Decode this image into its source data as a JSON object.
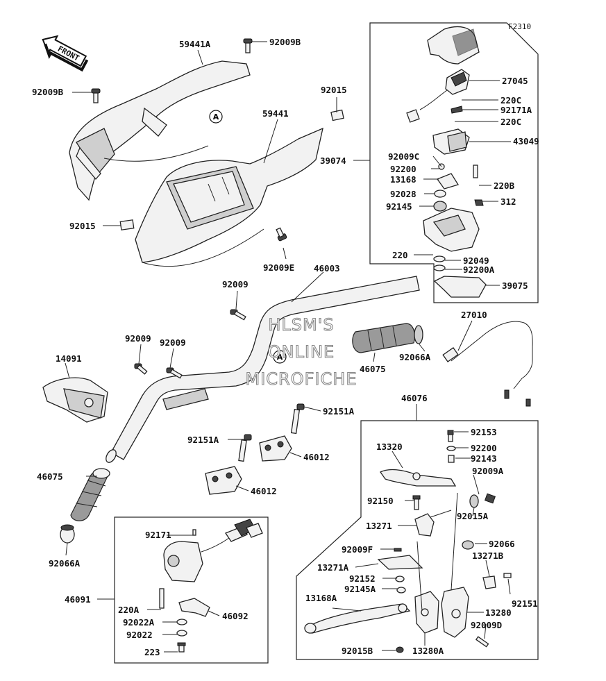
{
  "sheet_code": "F2310",
  "front_arrow": "FRONT",
  "watermark": [
    "HLSM'S",
    "ONLINE",
    "MICROFICHE"
  ],
  "ref_marks": [
    "A",
    "A"
  ],
  "callouts": {
    "c59441A": "59441A",
    "c92009B_top": "92009B",
    "c92009B_left": "92009B",
    "c92015_top": "92015",
    "c59441": "59441",
    "c92015_left": "92015",
    "c92009E": "92009E",
    "c27045": "27045",
    "c220C_a": "220C",
    "c92171A": "92171A",
    "c220C_b": "220C",
    "c43049": "43049",
    "c39074": "39074",
    "c92009C": "92009C",
    "c92200": "92200",
    "c13168": "13168",
    "c220B": "220B",
    "c92028": "92028",
    "c312": "312",
    "c92145": "92145",
    "c220": "220",
    "c92049": "92049",
    "c92200A": "92200A",
    "c39075": "39075",
    "c46003": "46003",
    "c92009_mid": "92009",
    "c27010": "27010",
    "c46075_right": "46075",
    "c92066A_right": "92066A",
    "c92009_a": "92009",
    "c92009_b": "92009",
    "c14091": "14091",
    "c46076": "46076",
    "c92151A_r": "92151A",
    "c92151A_l": "92151A",
    "c46012_r": "46012",
    "c46012_l": "46012",
    "c92153": "92153",
    "c13320": "13320",
    "c92200_b": "92200",
    "c92143": "92143",
    "c92009A": "92009A",
    "c46075_left": "46075",
    "c92150": "92150",
    "c13271": "13271",
    "c92015A": "92015A",
    "c92066": "92066",
    "c92009F": "92009F",
    "c13271B": "13271B",
    "c92066A_left": "92066A",
    "c92171": "92171",
    "c13271A": "13271A",
    "c92152": "92152",
    "c92145A": "92145A",
    "c92151": "92151",
    "c46091": "46091",
    "c13168A": "13168A",
    "c13280": "13280",
    "c220A": "220A",
    "c46092": "46092",
    "c92022A": "92022A",
    "c92009D": "92009D",
    "c92022": "92022",
    "c92015B": "92015B",
    "c13280A": "13280A",
    "c223": "223"
  }
}
